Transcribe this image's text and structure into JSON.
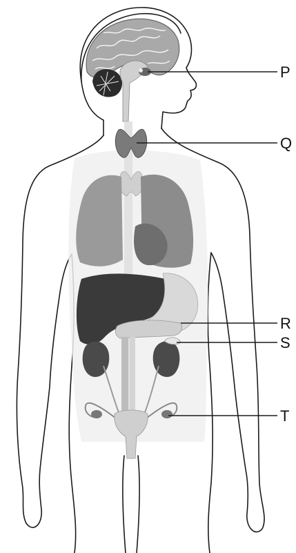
{
  "labels": [
    {
      "id": "P",
      "text": "P"
    },
    {
      "id": "Q",
      "text": "Q"
    },
    {
      "id": "R",
      "text": "R"
    },
    {
      "id": "S",
      "text": "S"
    },
    {
      "id": "T",
      "text": "T"
    }
  ],
  "colors": {
    "outline": "#1a1a1a",
    "body_tint": "#f0f0f0",
    "brain": "#a9a9a9",
    "organ_light": "#d9d9d9",
    "organ_mid": "#b5b5b5",
    "organ_dark": "#575757",
    "liver": "#3a3a3a"
  }
}
